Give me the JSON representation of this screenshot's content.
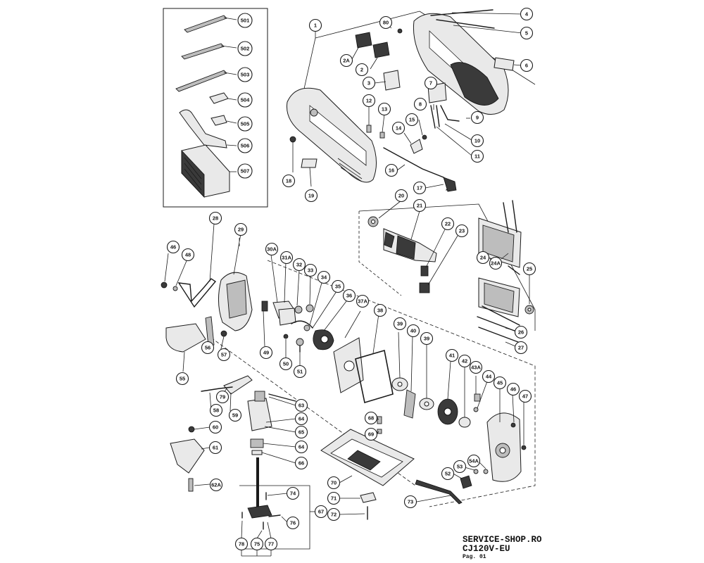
{
  "footer": {
    "site": "SERVICE-SHOP.RO",
    "model": "CJ120V-EU",
    "page": "Pag. 01"
  },
  "callouts": [
    "1",
    "2",
    "2A",
    "3",
    "4",
    "5",
    "6",
    "7",
    "8",
    "9",
    "10",
    "11",
    "12",
    "13",
    "14",
    "15",
    "16",
    "17",
    "18",
    "19",
    "20",
    "21",
    "22",
    "23",
    "24",
    "24A",
    "25",
    "26",
    "27",
    "28",
    "29",
    "30A",
    "31A",
    "32",
    "33",
    "34",
    "35",
    "36",
    "37A",
    "38",
    "39",
    "39",
    "40",
    "41",
    "42",
    "43A",
    "44",
    "45",
    "46",
    "46",
    "47",
    "48",
    "49",
    "50",
    "51",
    "52",
    "53",
    "54A",
    "55",
    "56",
    "57",
    "58",
    "59",
    "60",
    "61",
    "62A",
    "63",
    "64",
    "64",
    "65",
    "66",
    "67",
    "68",
    "69",
    "70",
    "71",
    "72",
    "73",
    "74",
    "75",
    "76",
    "77",
    "78",
    "79",
    "80",
    "501",
    "502",
    "503",
    "504",
    "505",
    "506",
    "507"
  ]
}
